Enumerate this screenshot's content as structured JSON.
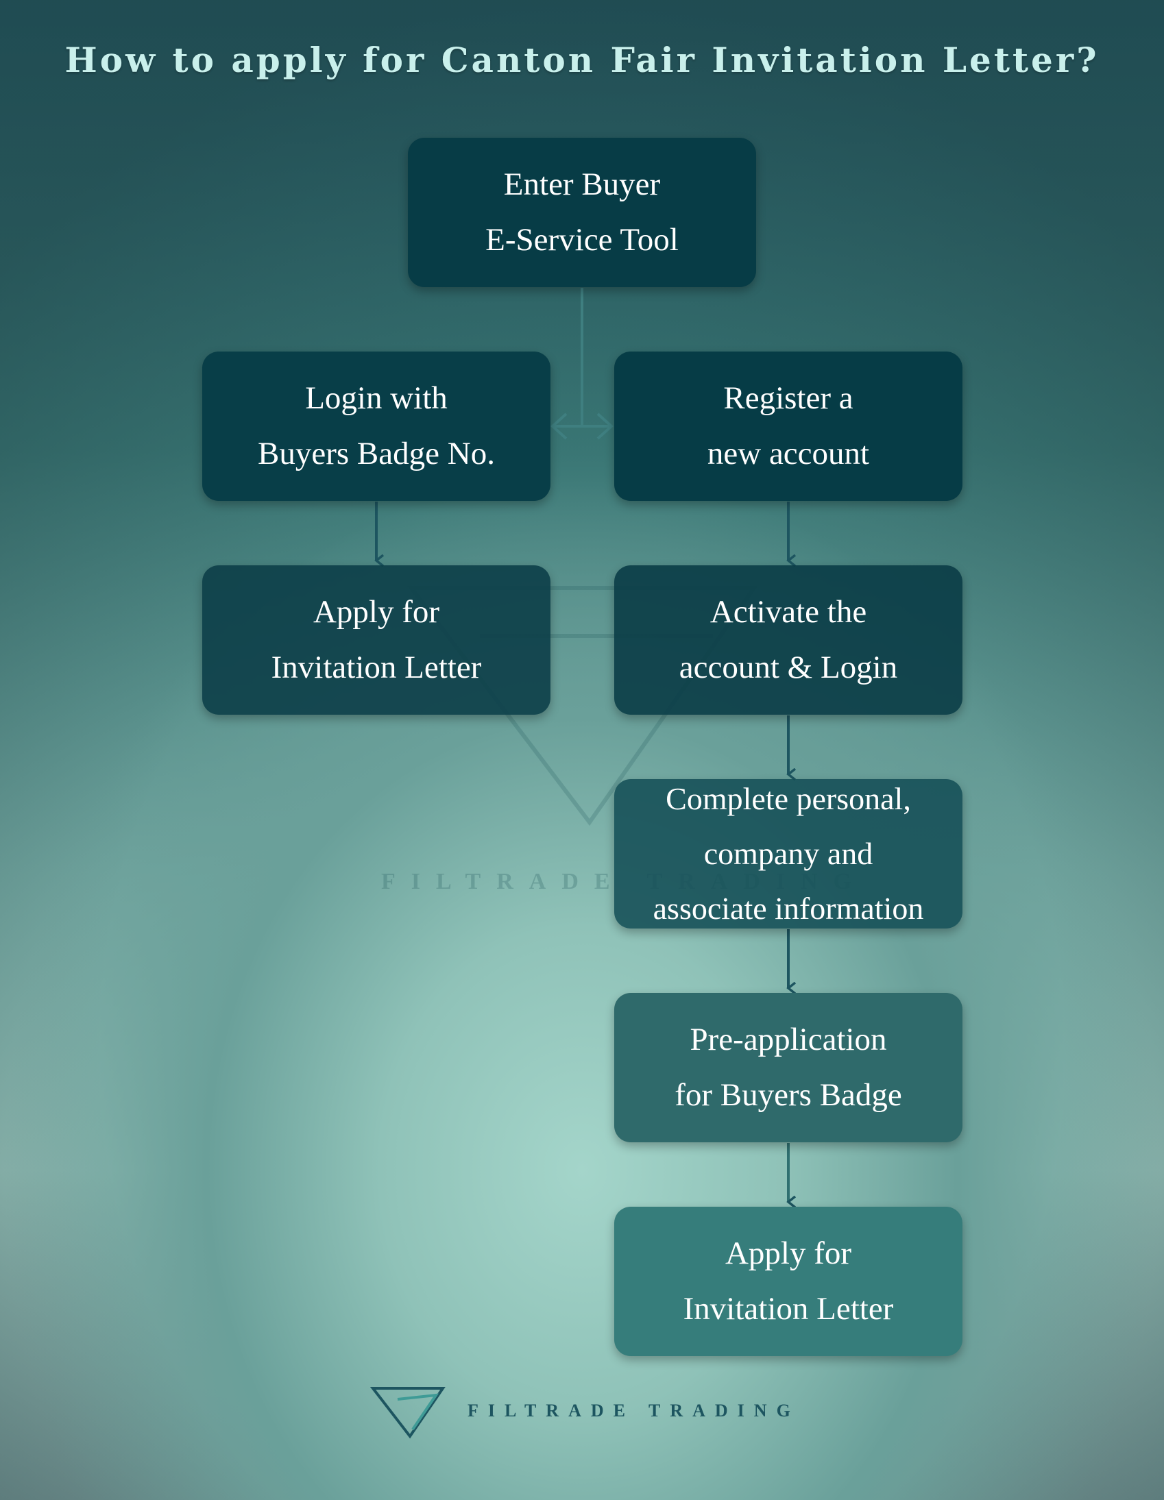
{
  "title": "How to apply for Canton Fair Invitation Letter?",
  "steps": [
    {
      "lines": [
        "Enter Buyer",
        "E-Service Tool"
      ]
    },
    {
      "lines": [
        "Login with",
        "Buyers Badge No."
      ]
    },
    {
      "lines": [
        "Register a",
        "new account"
      ]
    },
    {
      "lines": [
        "Apply for",
        "Invitation Letter"
      ]
    },
    {
      "lines": [
        "Activate the",
        "account & Login"
      ]
    },
    {
      "lines": [
        "Complete personal,",
        "company and",
        "associate information"
      ]
    },
    {
      "lines": [
        "Pre-application",
        "for Buyers Badge"
      ]
    },
    {
      "lines": [
        "Apply for",
        "Invitation Letter"
      ]
    }
  ],
  "watermark": {
    "text": "FILTRADE TRADING"
  },
  "footer": {
    "brand": "FILTRADE TRADING",
    "logo_icon": "triangle-logo-icon"
  },
  "colors": {
    "title": "#c9f0ec",
    "box_dark": "#073c46",
    "box_mid": "#154a55",
    "box_light": "#367d7b",
    "connector": "#1d5560"
  }
}
